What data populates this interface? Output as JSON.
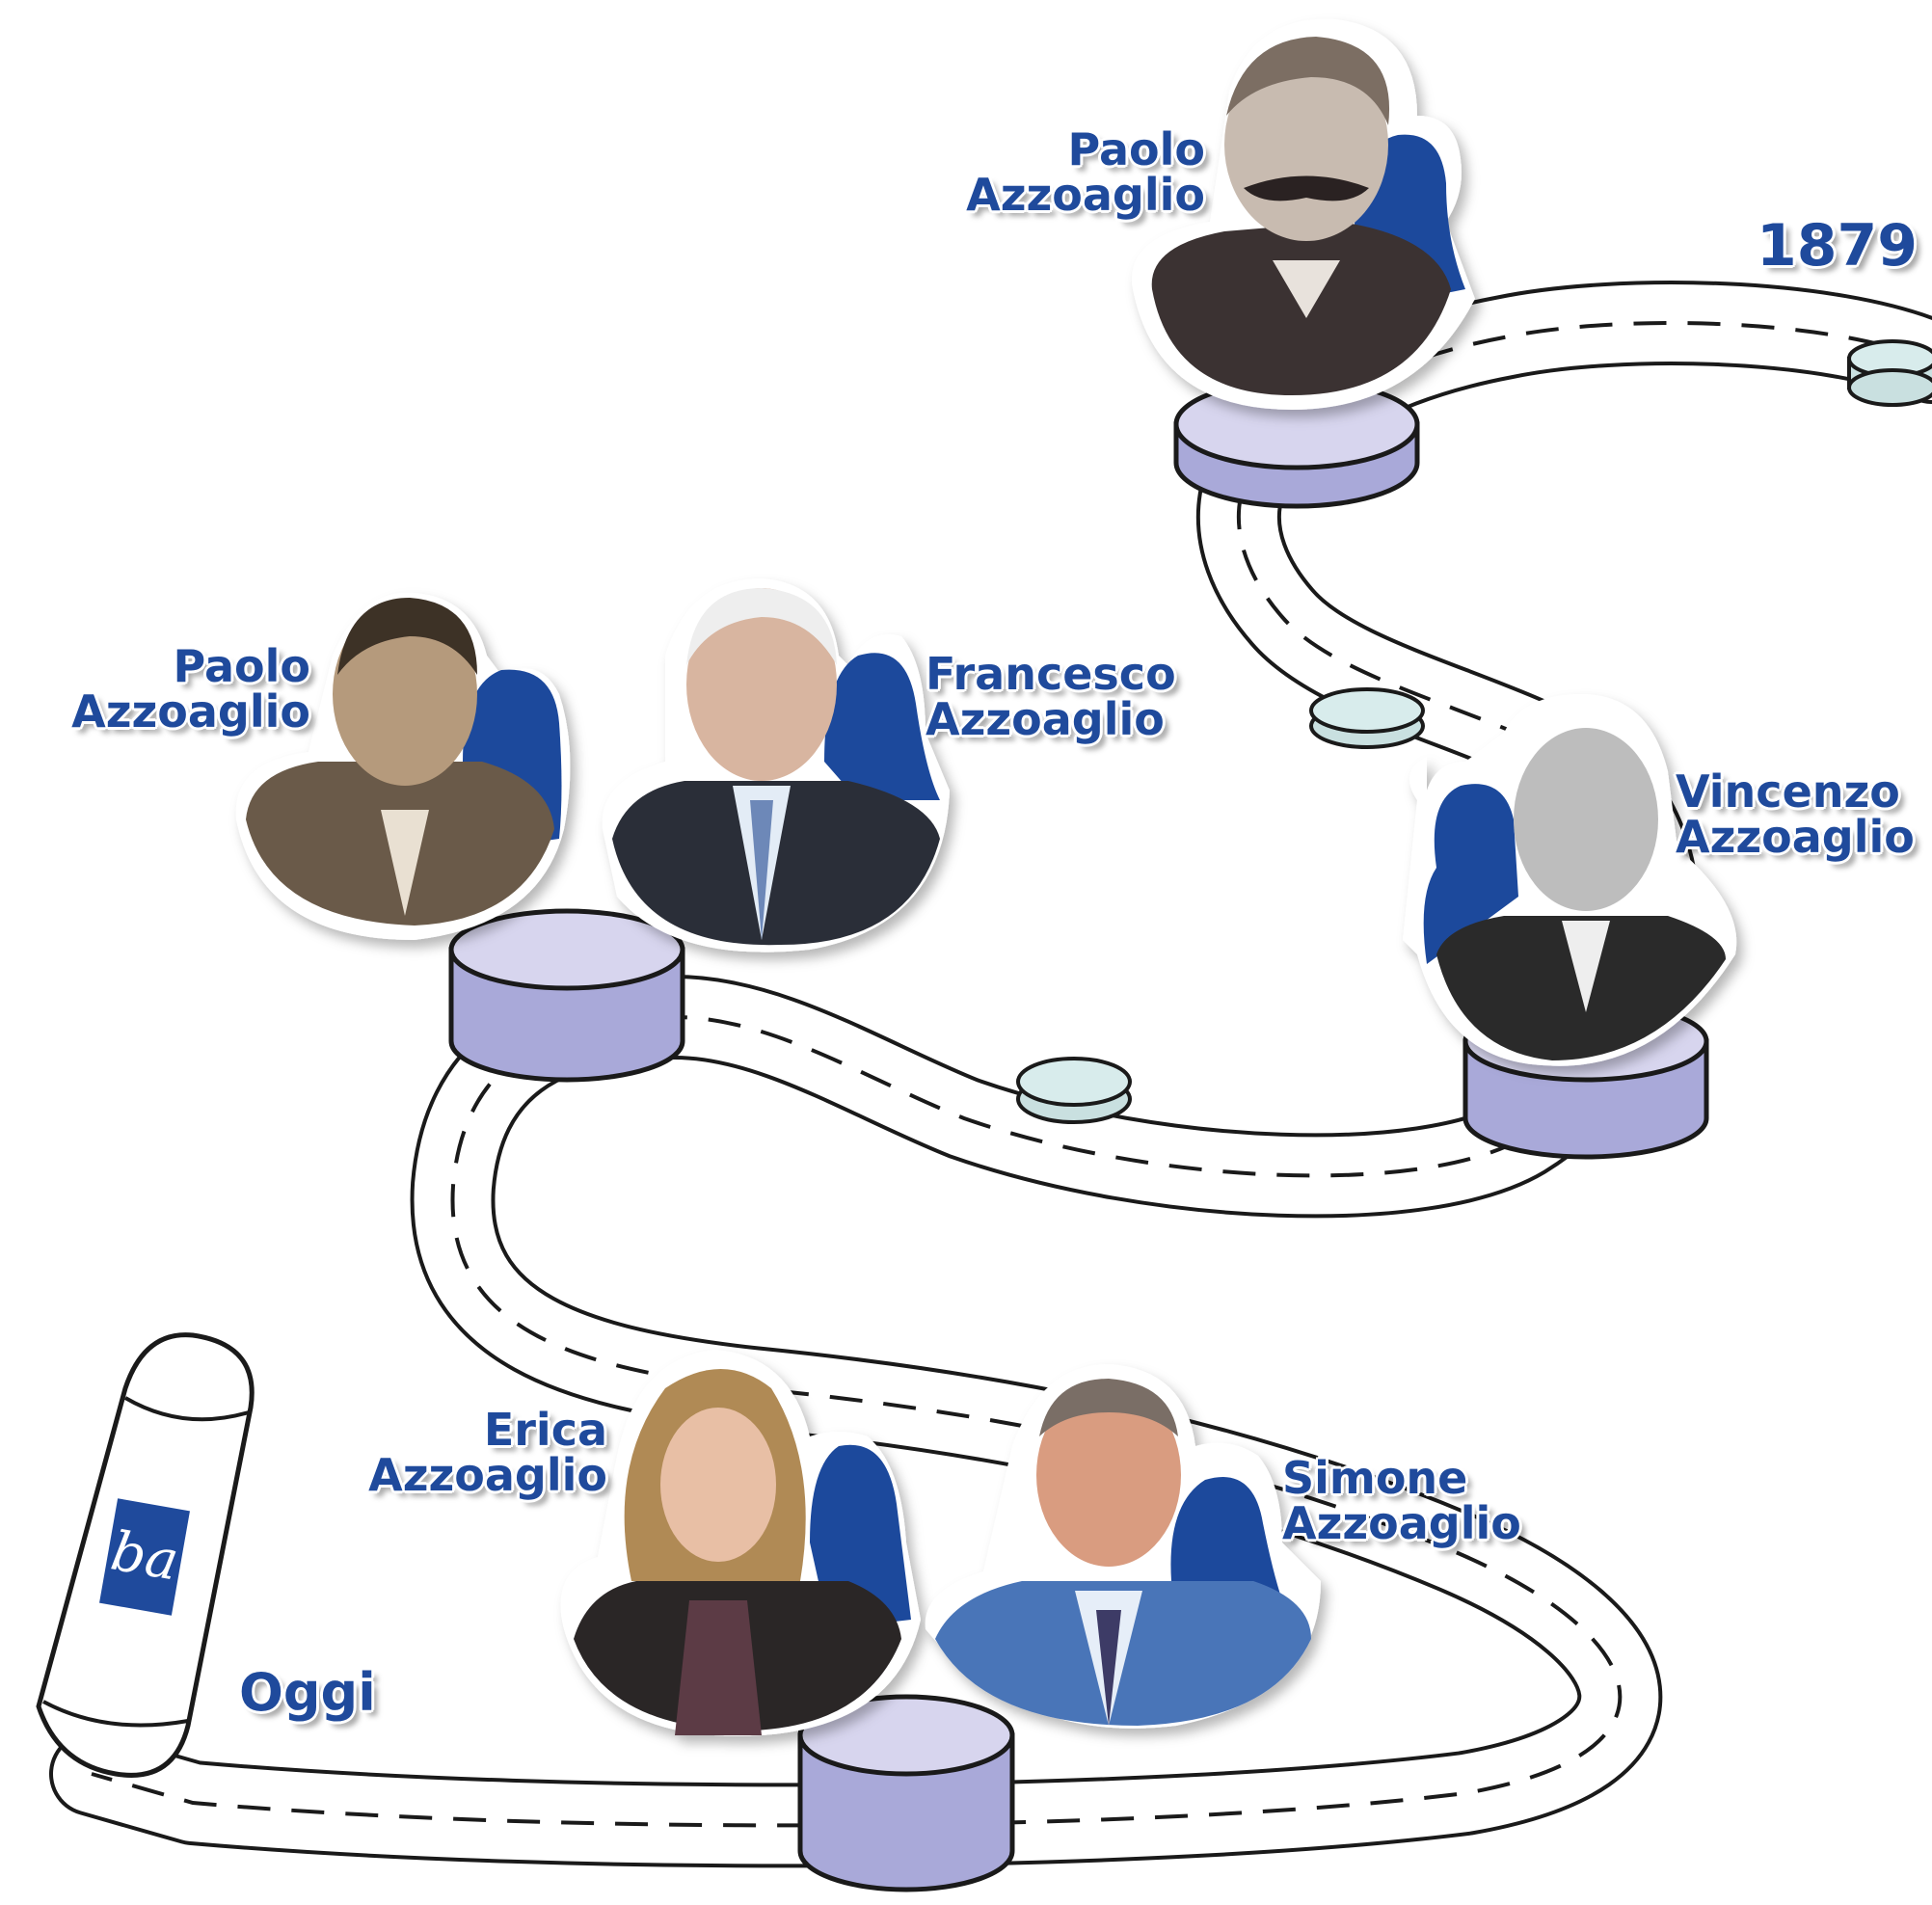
{
  "timeline": {
    "start_label": "1879",
    "end_label": "Oggi",
    "logo_text": "ba",
    "people": [
      {
        "first": "Paolo",
        "last": "Azzoaglio"
      },
      {
        "first": "Vincenzo",
        "last": "Azzoaglio"
      },
      {
        "first": "Francesco",
        "last": "Azzoaglio"
      },
      {
        "first": "Paolo",
        "last": "Azzoaglio"
      },
      {
        "first": "Simone",
        "last": "Azzoaglio"
      },
      {
        "first": "Erica",
        "last": "Azzoaglio"
      }
    ]
  },
  "colors": {
    "brand_blue": "#1f4a9c",
    "pedestal": "#a9a9d9",
    "pedestal_top": "#d7d5ee",
    "stone": "#c9e0e0",
    "outline": "#1a1a1a"
  }
}
